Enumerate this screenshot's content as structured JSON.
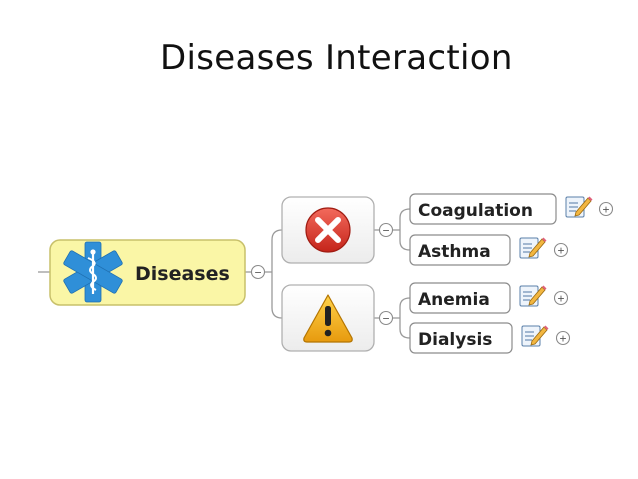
{
  "slide": {
    "title": "Diseases Interaction"
  },
  "mindmap": {
    "root": {
      "label": "Diseases",
      "icon": "star-of-life-icon",
      "fill": "#faf6a6",
      "border": "#c8c06a",
      "icon_color": "#2f8fd8"
    },
    "groups": [
      {
        "icon": "red-x-icon",
        "icon_color": "#e03a2c",
        "children": [
          {
            "label": "Coagulation",
            "note_icon": "note-pencil-icon"
          },
          {
            "label": "Asthma",
            "note_icon": "note-pencil-icon"
          }
        ]
      },
      {
        "icon": "warning-triangle-icon",
        "icon_color": "#f2b21a",
        "children": [
          {
            "label": "Anemia",
            "note_icon": "note-pencil-icon"
          },
          {
            "label": "Dialysis",
            "note_icon": "note-pencil-icon"
          }
        ]
      }
    ],
    "collapse_symbol": "−",
    "expand_symbol": "+",
    "line_color": "#9a9a9a"
  }
}
